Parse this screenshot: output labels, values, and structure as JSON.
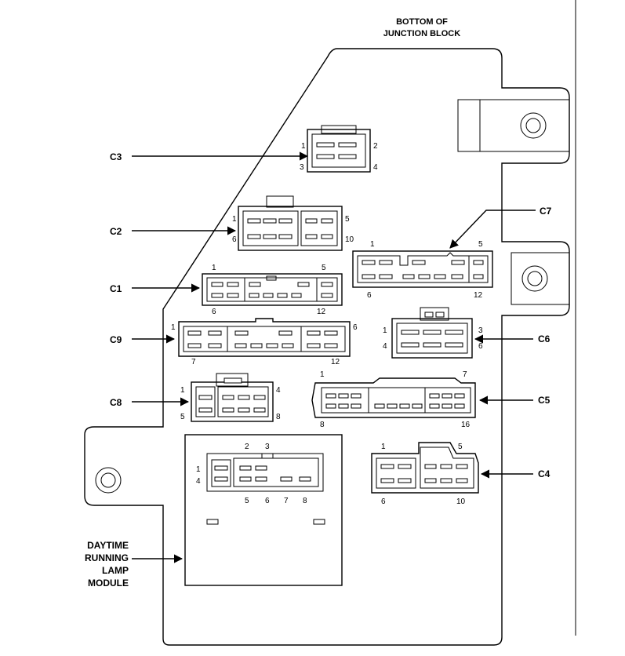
{
  "header": {
    "line1": "BOTTOM OF",
    "line2": "JUNCTION BLOCK"
  },
  "connectors": {
    "c3": {
      "label": "C3",
      "pins": [
        "1",
        "2",
        "3",
        "4"
      ]
    },
    "c2": {
      "label": "C2",
      "pins": [
        "1",
        "5",
        "6",
        "10"
      ]
    },
    "c7": {
      "label": "C7",
      "pins": [
        "1",
        "5",
        "6",
        "12"
      ]
    },
    "c1": {
      "label": "C1",
      "pins": [
        "1",
        "5",
        "6",
        "12"
      ]
    },
    "c9": {
      "label": "C9",
      "pins": [
        "1",
        "6",
        "7",
        "12"
      ]
    },
    "c6": {
      "label": "C6",
      "pins": [
        "1",
        "3",
        "4",
        "6"
      ]
    },
    "c8": {
      "label": "C8",
      "pins": [
        "1",
        "4",
        "5",
        "8"
      ]
    },
    "c5": {
      "label": "C5",
      "pins": [
        "1",
        "7",
        "8",
        "16"
      ]
    },
    "c4": {
      "label": "C4",
      "pins": [
        "1",
        "5",
        "6",
        "10"
      ]
    }
  },
  "drl_module": {
    "label_lines": [
      "DAYTIME",
      "RUNNING",
      "LAMP",
      "MODULE"
    ],
    "pins": [
      "2",
      "3",
      "1",
      "4",
      "5",
      "6",
      "7",
      "8"
    ]
  }
}
